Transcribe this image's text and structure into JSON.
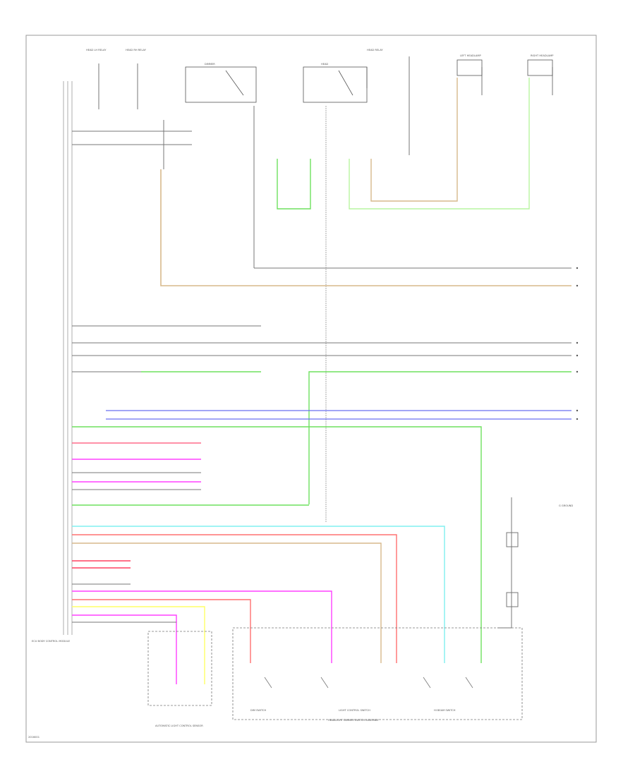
{
  "diagram": {
    "labels": {
      "fuse1": "HEAD LH\nRELAY",
      "fuse2": "HEAD RH\nRELAY",
      "fusebox_top": "HEAD\nRELAY",
      "relay_box1": "DIMMER",
      "relay_box2": "HEAD",
      "ecu_name": "ECU\nBODY\nCONTROL\nMODULE",
      "switch_dim": "DIM\nSWITCH",
      "switch_light_control": "LIGHT CONTROL\nSWITCH",
      "switch_hi_beam": "HI BEAM\nSWITCH",
      "headlight_dimmer_switch_assembly": "HEADLIGHT DIMMER SWITCH ASSEMBLY",
      "auto_light_sensor": "AUTOMATIC LIGHT\nCONTROL SENSOR",
      "left_headlamp": "LEFT\nHEADLAMP",
      "right_headlamp": "RIGHT\nHEADLAMP",
      "footer_code": "2016001",
      "ground_note": "G\nGROUND"
    },
    "wire_colors": {
      "tan": "#d7b98c",
      "green": "#6ee05f",
      "blue": "#6b6ff0",
      "magenta": "#ff40ff",
      "pink": "#ff6b8c",
      "red_pink": "#ff7070",
      "cyan": "#80f0f0",
      "yellow": "#ffff66",
      "light_green": "#b8f5a0",
      "gray": "#777777",
      "black": "#222222"
    },
    "right_connectors": [
      "1",
      "2",
      "3",
      "4",
      "5",
      "6",
      "7"
    ]
  }
}
